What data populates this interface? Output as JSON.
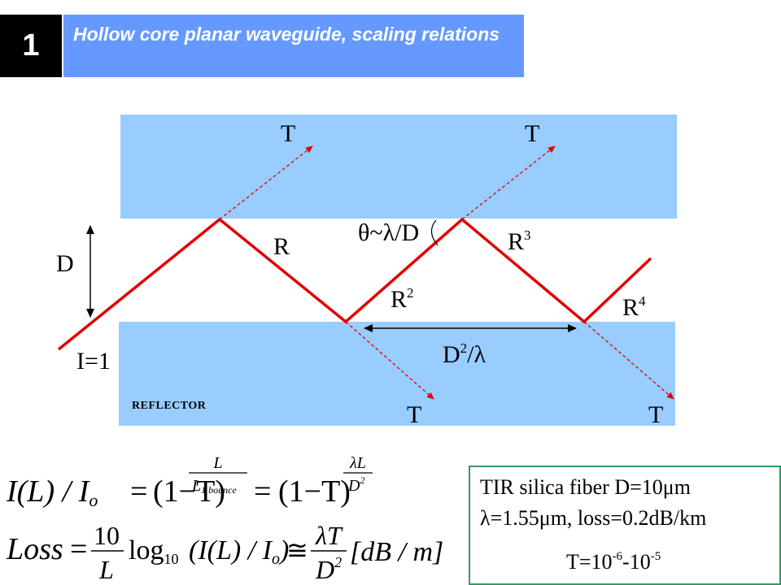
{
  "header": {
    "number": "1",
    "title": "Hollow core planar waveguide, scaling relations"
  },
  "diagram": {
    "labels": {
      "t_top_left": "T",
      "t_top_right": "T",
      "t_bottom_left": "T",
      "t_bottom_right": "T",
      "r1": "R",
      "r2": "R",
      "r2_exp": "2",
      "r3": "R",
      "r3_exp": "3",
      "r4": "R",
      "r4_exp": "4",
      "angle": "θ~λ/D",
      "d": "D",
      "intensity": "I=1",
      "spacing_base": "D",
      "spacing_exp": "2",
      "spacing_tail": "/λ",
      "reflector": "REFLECTOR"
    },
    "colors": {
      "slab": "#99ccff",
      "ray": "#e00000",
      "accent": "#6699ff",
      "box_border": "#339966"
    }
  },
  "formulas": {
    "intensity": {
      "lhs": "I(L) / I",
      "lhs_sub": "o",
      "eq": "=",
      "base": "(1−T)",
      "exp1_num": "L",
      "exp1_den": "L",
      "exp1_den_sub": "1 bounce",
      "exp2_num": "λL",
      "exp2_den": "D",
      "exp2_den_exp": "2"
    },
    "loss": {
      "lhs": "Loss",
      "eq": "=",
      "frac_num": "10",
      "frac_den": "L",
      "log": "log",
      "log_sub": "10",
      "arg": "(I(L) / I",
      "arg_sub": "o",
      "arg_close": ")",
      "approx": "≅",
      "rhs_num": "λT",
      "rhs_den": "D",
      "rhs_den_exp": "2",
      "units": "[dB / m]"
    }
  },
  "info_box": {
    "line1": "TIR silica fiber D=10μm",
    "line2": "λ=1.55μm, loss=0.2dB/km",
    "line3_a": "T=10",
    "line3_a_exp": "-6",
    "line3_b": "-10",
    "line3_b_exp": "-5"
  }
}
